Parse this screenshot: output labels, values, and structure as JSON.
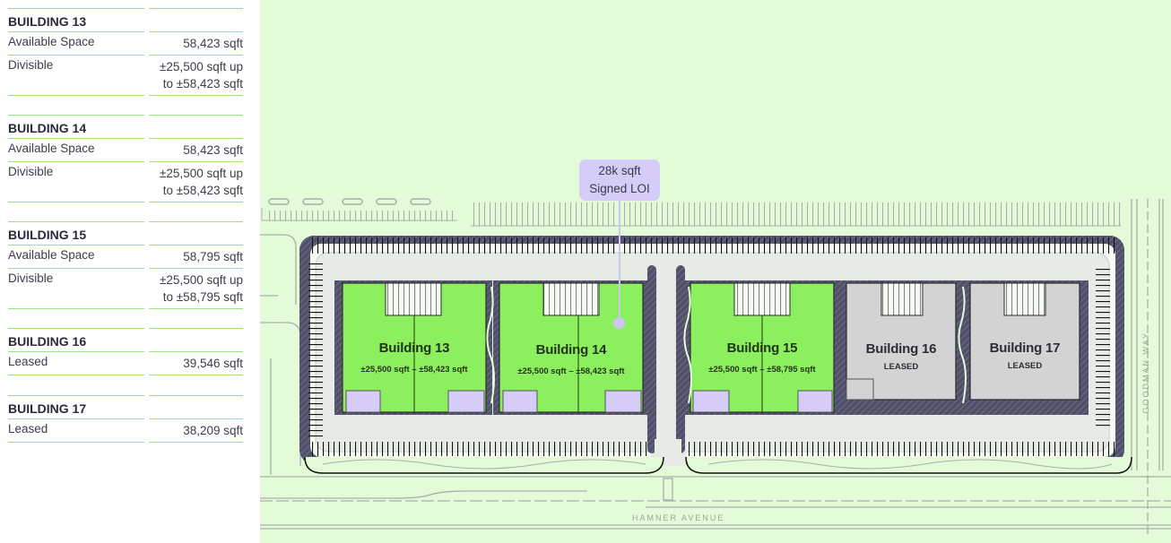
{
  "sidebar": {
    "buildings": [
      {
        "title": "BUILDING 13",
        "rows": [
          {
            "label": "Available Space",
            "value": "58,423 sqft"
          },
          {
            "label": "Divisible",
            "value_line1": "±25,500 sqft up",
            "value_line2": "to ±58,423 sqft"
          }
        ]
      },
      {
        "title": "BUILDING 14",
        "rows": [
          {
            "label": "Available Space",
            "value": "58,423 sqft"
          },
          {
            "label": "Divisible",
            "value_line1": "±25,500 sqft up",
            "value_line2": "to ±58,423 sqft"
          }
        ]
      },
      {
        "title": "BUILDING 15",
        "rows": [
          {
            "label": "Available Space",
            "value": "58,795 sqft"
          },
          {
            "label": "Divisible",
            "value_line1": "±25,500 sqft up",
            "value_line2": "to ±58,795 sqft"
          }
        ]
      },
      {
        "title": "BUILDING 16",
        "rows": [
          {
            "label": "Leased",
            "value": "39,546 sqft"
          }
        ]
      },
      {
        "title": "BUILDING 17",
        "rows": [
          {
            "label": "Leased",
            "value": "38,209 sqft"
          }
        ]
      }
    ]
  },
  "map": {
    "callout": {
      "line1": "28k sqft",
      "line2": "Signed LOI"
    },
    "buildings": [
      {
        "name": "Building 13",
        "sub": "±25,500 sqft – ±58,423 sqft",
        "status": "available"
      },
      {
        "name": "Building 14",
        "sub": "±25,500 sqft – ±58,423 sqft",
        "status": "available"
      },
      {
        "name": "Building 15",
        "sub": "±25,500 sqft – ±58,795 sqft",
        "status": "available"
      },
      {
        "name": "Building 16",
        "sub": "LEASED",
        "status": "leased"
      },
      {
        "name": "Building 17",
        "sub": "LEASED",
        "status": "leased"
      }
    ],
    "streets": {
      "south": "HAMNER AVENUE",
      "east": "GOODMAN WAY"
    },
    "colors": {
      "background": "#e3fbd8",
      "available": "#8cef5e",
      "leased": "#d3d3d3",
      "office": "#d5cdf7",
      "paving": "#50506a",
      "rule": "#9ee57f"
    }
  }
}
